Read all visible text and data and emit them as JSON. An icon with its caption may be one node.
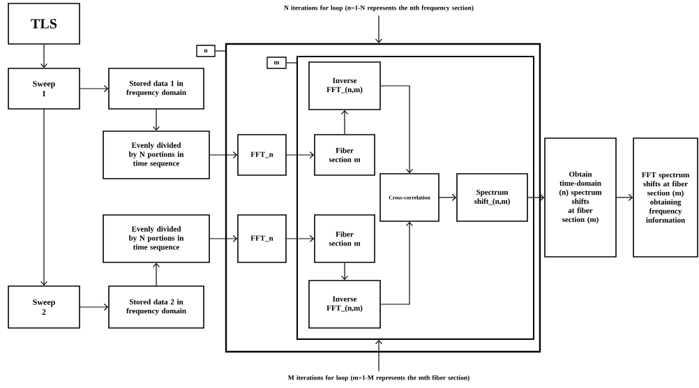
{
  "diagram": {
    "nodes": [
      {
        "text": [
          "TLS"
        ]
      },
      {
        "text": [
          "Sweep 1"
        ]
      },
      {
        "text": [
          "Stored data 1 in frequency domain"
        ]
      },
      {
        "text": [
          "Evenly divided by N portions in time sequence"
        ]
      },
      {
        "text": [
          "Sweep 2"
        ]
      },
      {
        "text": [
          "Stored data 2 in frequency domain"
        ]
      },
      {
        "text": [
          "Evenly divided by N portions in time sequence"
        ]
      },
      {
        "text": [
          "N iterations for loop (n=1-N represents the nth frequency section)"
        ]
      },
      {
        "text": [
          "n"
        ]
      },
      {
        "text": [],
        "shape": "box"
      },
      {
        "text": [
          "FFT_n"
        ],
        "in": 9
      },
      {
        "text": [
          "FFT_n"
        ],
        "in": 9
      },
      {
        "text": [
          "m"
        ],
        "in": 9
      },
      {
        "text": [],
        "shape": "box",
        "in": 9
      },
      {
        "text": [
          "Inverse FFT_(n,m)"
        ],
        "in": 13
      },
      {
        "text": [
          "Fiber section m"
        ],
        "in": 13
      },
      {
        "text": [
          "Cross-correlation"
        ],
        "in": 13
      },
      {
        "text": [
          "Spectrum shift_(n,m)"
        ],
        "in": 13
      },
      {
        "text": [
          "Fiber section m"
        ],
        "in": 13
      },
      {
        "text": [
          "Inverse FFT_(n,m)"
        ],
        "in": 13
      },
      {
        "text": [
          "Obtain time-domain (n) spectrum shifts at fiber section (m)"
        ]
      },
      {
        "text": [
          "FFT spectrum shifts at fiber section (m) obtaining frequency information"
        ]
      },
      {
        "text": [
          "M iterations for loop (m=1-M represents the mth fiber section)"
        ]
      }
    ],
    "edges": [
      {
        "from": 0,
        "to": 1,
        "arrow": "to"
      },
      {
        "from": 1,
        "to": 2,
        "arrow": "to"
      },
      {
        "from": 2,
        "to": 3,
        "arrow": "to"
      },
      {
        "from": 1,
        "to": 4,
        "arrow": "to"
      },
      {
        "from": 4,
        "to": 5,
        "arrow": "to"
      },
      {
        "from": 5,
        "to": 6,
        "arrow": "to"
      },
      {
        "from": 3,
        "to": 10,
        "arrow": "to"
      },
      {
        "from": 6,
        "to": 11,
        "arrow": "to"
      },
      {
        "from": 10,
        "to": 15,
        "arrow": "to"
      },
      {
        "from": 11,
        "to": 18,
        "arrow": "to"
      },
      {
        "from": 15,
        "to": 14,
        "arrow": "to"
      },
      {
        "from": 18,
        "to": 19,
        "arrow": "to"
      },
      {
        "from": 14,
        "to": 16,
        "arrow": "to"
      },
      {
        "from": 19,
        "to": 16,
        "arrow": "to"
      },
      {
        "from": 16,
        "to": 17,
        "arrow": "to"
      },
      {
        "from": 17,
        "to": 20,
        "arrow": "to"
      },
      {
        "from": 20,
        "to": 21,
        "arrow": "to"
      },
      {
        "from": 7,
        "to": 9,
        "arrow": "to"
      },
      {
        "from": 22,
        "to": 13,
        "arrow": "to"
      },
      {
        "from": 8,
        "to": 9,
        "arrow": "none"
      },
      {
        "from": 12,
        "to": 13,
        "arrow": "none"
      }
    ]
  }
}
